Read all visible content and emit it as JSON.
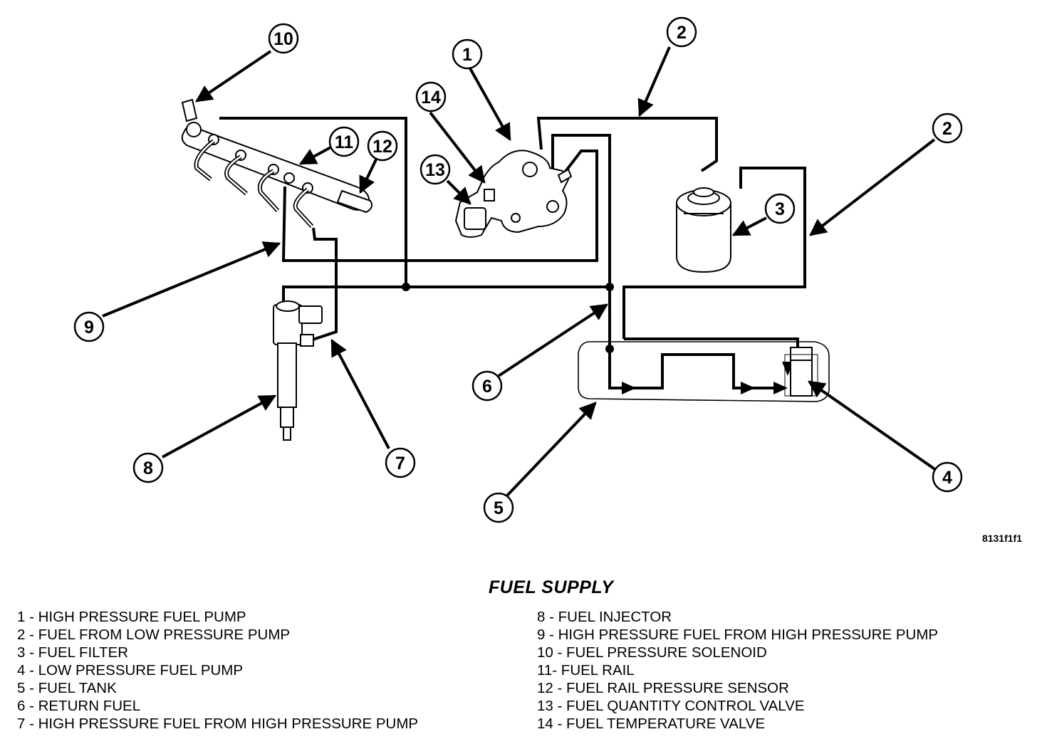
{
  "figure_id": "8131f1f1",
  "caption": "FUEL SUPPLY",
  "callouts": [
    "1",
    "2",
    "2",
    "3",
    "4",
    "5",
    "6",
    "7",
    "8",
    "9",
    "10",
    "11",
    "12",
    "13",
    "14"
  ],
  "legend_left": [
    "1 - HIGH PRESSURE FUEL PUMP",
    "2 - FUEL FROM LOW PRESSURE PUMP",
    "3 - FUEL FILTER",
    "4 - LOW PRESSURE FUEL PUMP",
    "5 - FUEL TANK",
    "6 - RETURN FUEL",
    "7 - HIGH PRESSURE FUEL FROM HIGH PRESSURE PUMP"
  ],
  "legend_right": [
    "8 - FUEL INJECTOR",
    "9 - HIGH PRESSURE FUEL FROM HIGH PRESSURE PUMP",
    "10 - FUEL PRESSURE SOLENOID",
    "11- FUEL RAIL",
    "12 - FUEL RAIL PRESSURE SENSOR",
    "13 - FUEL QUANTITY CONTROL VALVE",
    "14 - FUEL TEMPERATURE VALVE"
  ]
}
